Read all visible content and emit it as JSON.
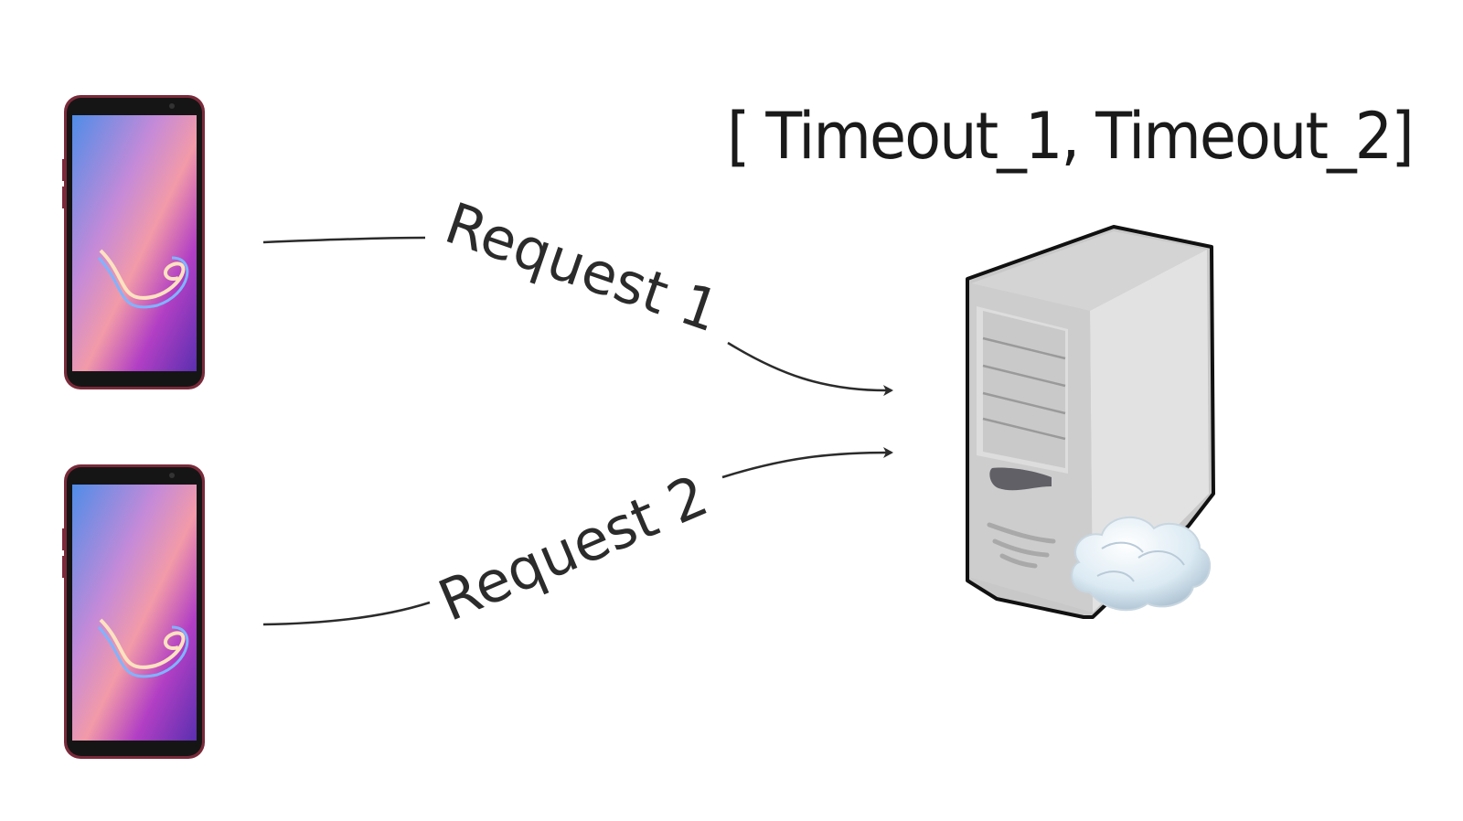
{
  "title": "[ Timeout_1, Timeout_2]",
  "clients": [
    {
      "name": "phone-1",
      "type": "smartphone"
    },
    {
      "name": "phone-2",
      "type": "smartphone"
    }
  ],
  "server": {
    "name": "server",
    "icon": "server-tower-with-cloud"
  },
  "requests": [
    {
      "label": "Request 1",
      "from": "phone-1",
      "to": "server"
    },
    {
      "label": "Request 2",
      "from": "phone-2",
      "to": "server"
    }
  ],
  "colors": {
    "line": "#2b2b2b",
    "text": "#1a1a1a",
    "phone_frame": "#8a3a4a",
    "server_body": "#d6d6d6"
  }
}
